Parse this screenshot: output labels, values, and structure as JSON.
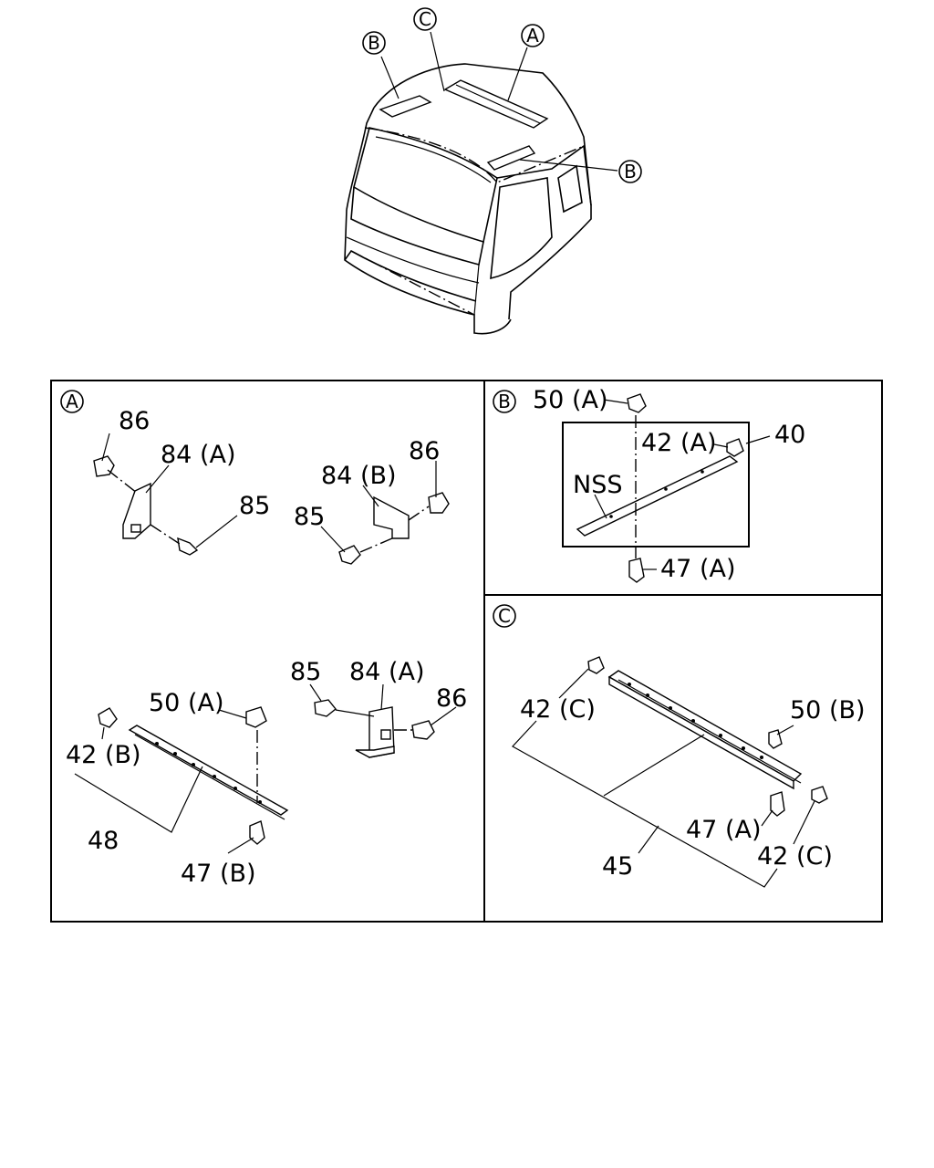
{
  "colors": {
    "ink": "#000000",
    "paper": "#ffffff"
  },
  "overview": {
    "callouts": [
      "B",
      "C",
      "A",
      "B"
    ]
  },
  "panels": {
    "A": {
      "tag": "A",
      "labels": [
        "86",
        "84 (A)",
        "85",
        "84 (B)",
        "86",
        "85",
        "85",
        "84 (A)",
        "86",
        "50 (A)",
        "42 (B)",
        "48",
        "47 (B)"
      ]
    },
    "B": {
      "tag": "B",
      "labels": [
        "50 (A)",
        "42 (A)",
        "40",
        "NSS",
        "47 (A)"
      ]
    },
    "C": {
      "tag": "C",
      "labels": [
        "42 (C)",
        "50 (B)",
        "47 (A)",
        "42 (C)",
        "45"
      ]
    }
  }
}
